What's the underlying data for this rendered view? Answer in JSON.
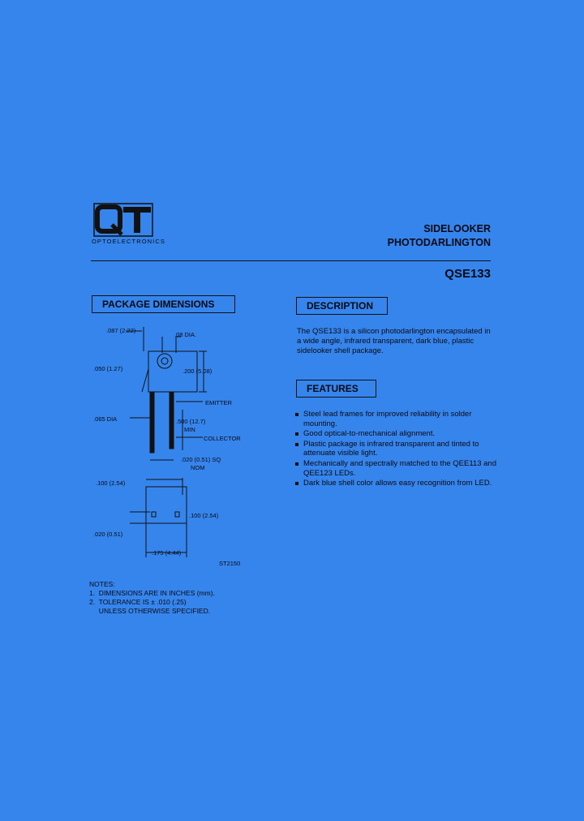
{
  "brand": {
    "logo_text": "QT",
    "name": "OPTOELECTRONICS"
  },
  "title": {
    "line1": "SIDELOOKER",
    "line2": "PHOTODARLINGTON"
  },
  "part_number": "QSE133",
  "package_dimensions": {
    "heading": "PACKAGE DIMENSIONS",
    "labels": {
      "d087": ".087 (2.22)",
      "d08dia": ".08 DIA.",
      "d050": ".050 (1.27)",
      "d200": ".200 (5.08)",
      "emitter": "EMITTER",
      "d065": ".065 DIA",
      "d500": ".500 (12.7)",
      "min": "MIN",
      "collector": "COLLECTOR",
      "d020sq": ".020 (0.51) SQ",
      "nom": "NOM",
      "d100a": ".100 (2.54)",
      "d100b": ".100 (2.54)",
      "d020": ".020 (0.51)",
      "d175": ".175 (4.44)",
      "drawing_no": "ST2150"
    },
    "notes": {
      "title": "NOTES:",
      "items": [
        "1.  DIMENSIONS ARE IN INCHES (mm).",
        "2.  TOLERANCE IS ± .010 (.25)",
        "     UNLESS OTHERWISE SPECIFIED."
      ]
    }
  },
  "description": {
    "heading": "DESCRIPTION",
    "text": "The QSE133 is a silicon photodarlington encapsulated in a wide angle, infrared transparent, dark blue, plastic sidelooker shell package."
  },
  "features": {
    "heading": "FEATURES",
    "items": [
      "Steel lead frames for improved reliability in solder mounting.",
      "Good optical-to-mechanical alignment.",
      "Plastic package is infrared transparent and tinted to attenuate visible light.",
      "Mechanically and spectrally matched to the QEE113 and QEE123 LEDs.",
      "Dark blue shell color allows easy recognition from LED."
    ]
  },
  "colors": {
    "background": "#3585ec",
    "ink": "#0a0a14"
  }
}
